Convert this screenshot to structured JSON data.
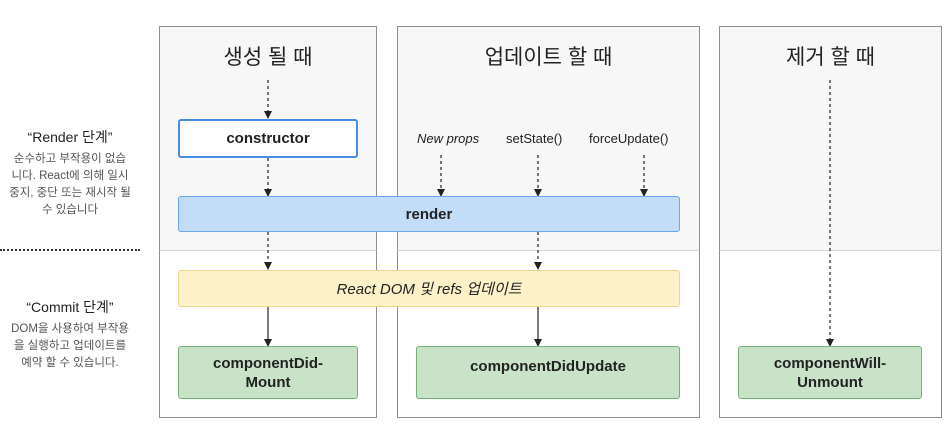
{
  "columns": {
    "mount": {
      "title": "생성 될 때"
    },
    "update": {
      "title": "업데이트 할 때"
    },
    "unmount": {
      "title": "제거 할 때"
    }
  },
  "phases": {
    "render": {
      "title": "“Render 단계”",
      "desc1": "순수하고 부작용이 없습",
      "desc2": "니다. React에 의해 일시",
      "desc3": "중지, 중단 또는 재시작 될",
      "desc4": "수 있습니다"
    },
    "commit": {
      "title": "“Commit 단계”",
      "desc1": "DOM을 사용하여 부작용",
      "desc2": "을 실행하고 업데이트를",
      "desc3": "예약 할 수 있습니다."
    }
  },
  "nodes": {
    "constructor": "constructor",
    "render": "render",
    "dom_update": "React DOM 및 refs 업데이트",
    "did_mount_line1": "componentDid-",
    "did_mount_line2": "Mount",
    "did_update": "componentDidUpdate",
    "will_unmount_line1": "componentWill-",
    "will_unmount_line2": "Unmount"
  },
  "triggers": {
    "new_props": "New props",
    "set_state": "setState()",
    "force_update": "forceUpdate()"
  },
  "colors": {
    "constructor_border": "#4a8de0",
    "render_fill": "#c3dcf7",
    "dom_fill": "#fdf1c9",
    "lifecycle_fill": "#c8e3c8",
    "column_top_fill": "#f7f7f7"
  }
}
